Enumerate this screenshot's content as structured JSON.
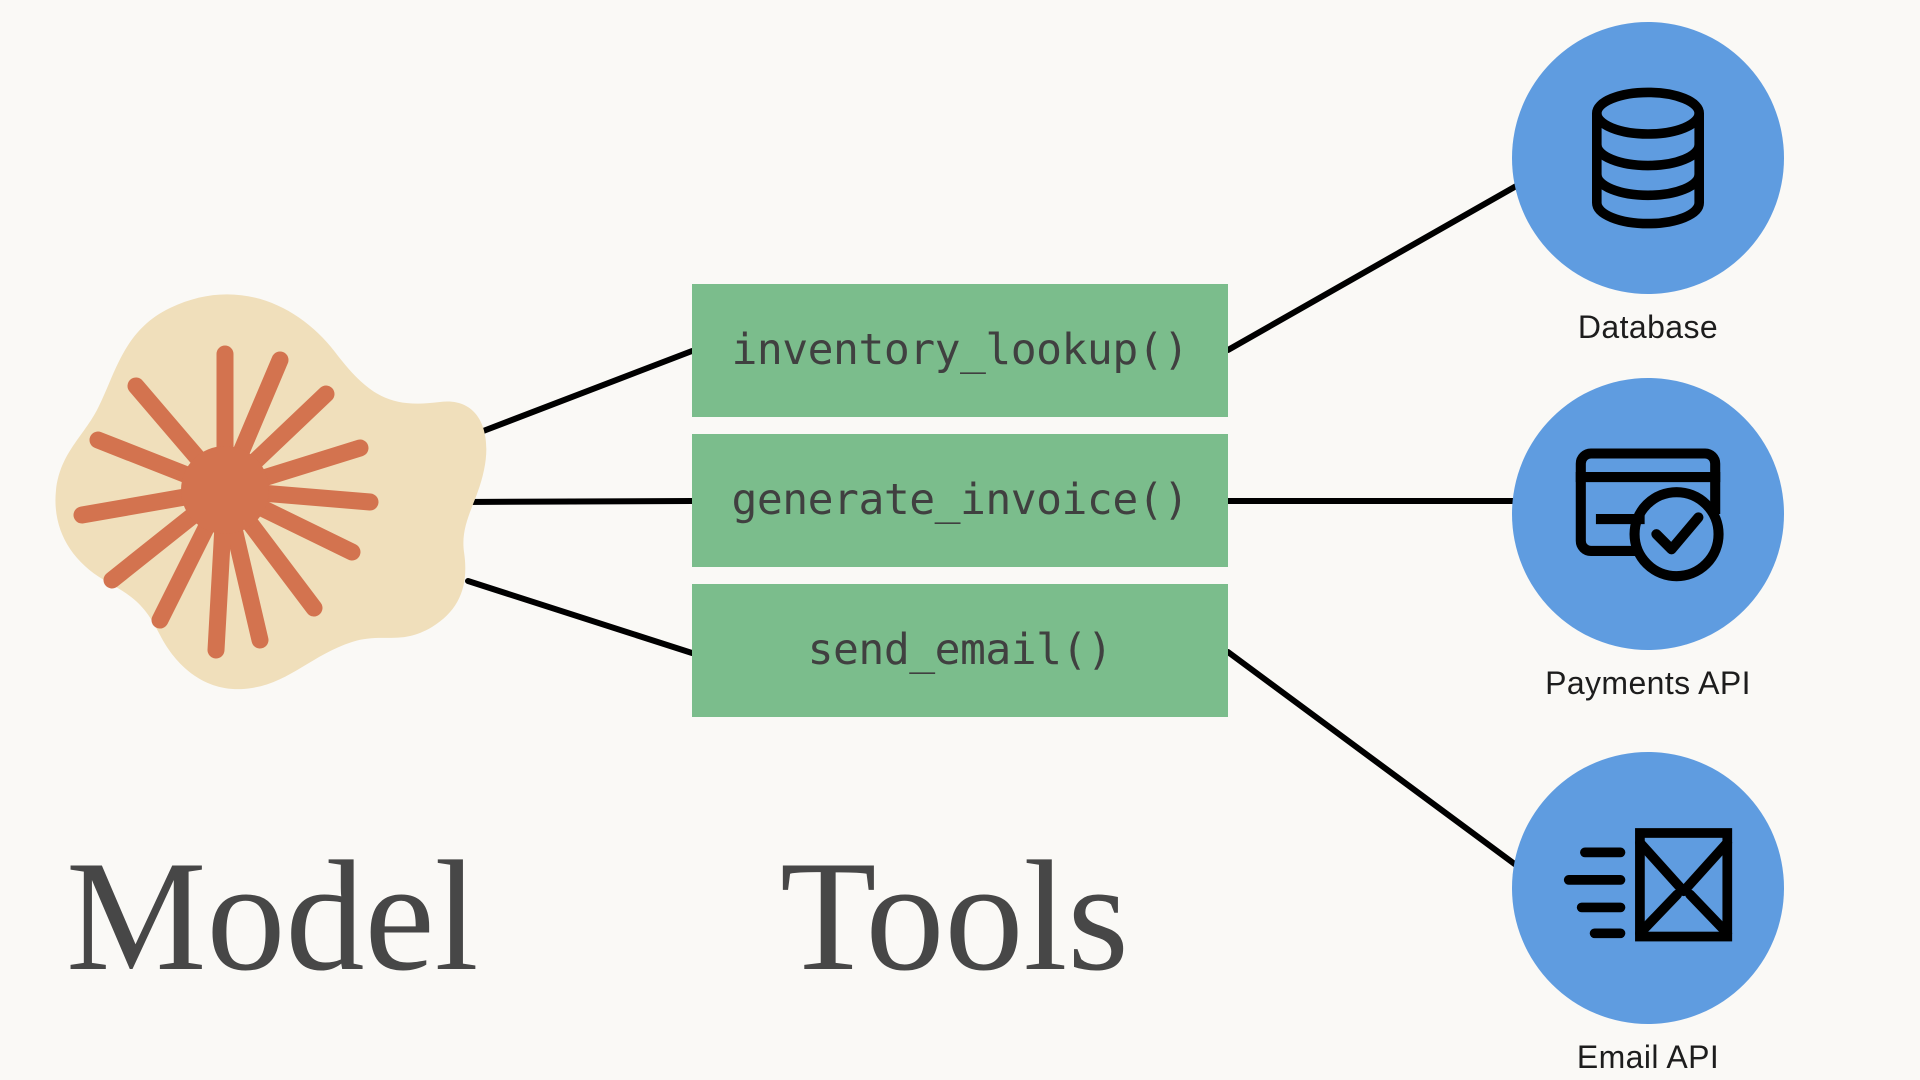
{
  "diagram": {
    "title": "Model and Tools architecture diagram",
    "background_color": "#faf9f6",
    "captions": {
      "model": "Model",
      "tools": "Tools"
    }
  },
  "model_node": {
    "name": "Model",
    "blob_color": "#f0dfbb",
    "starburst_color": "#d3734f",
    "icon": "starburst-icon"
  },
  "tools": [
    {
      "label": "inventory_lookup()",
      "color": "#7bbd8c",
      "connects_to": "Database"
    },
    {
      "label": "generate_invoice()",
      "color": "#7bbd8c",
      "connects_to": "Payments API"
    },
    {
      "label": "send_email()",
      "color": "#7bbd8c",
      "connects_to": "Email API"
    }
  ],
  "services": [
    {
      "label": "Database",
      "icon": "database-icon",
      "circle_color": "#5f9ce0",
      "icon_color": "#000000"
    },
    {
      "label": "Payments API",
      "icon": "credit-card-check-icon",
      "circle_color": "#5f9ce0",
      "icon_color": "#000000"
    },
    {
      "label": "Email API",
      "icon": "envelope-send-icon",
      "circle_color": "#5f9ce0",
      "icon_color": "#000000"
    }
  ],
  "edges": {
    "stroke_color": "#000000",
    "left": [
      {
        "from": "Model",
        "to": "inventory_lookup()"
      },
      {
        "from": "Model",
        "to": "generate_invoice()"
      },
      {
        "from": "Model",
        "to": "send_email()"
      }
    ],
    "right": [
      {
        "from": "inventory_lookup()",
        "to": "Database"
      },
      {
        "from": "generate_invoice()",
        "to": "Payments API"
      },
      {
        "from": "send_email()",
        "to": "Email API"
      }
    ]
  }
}
